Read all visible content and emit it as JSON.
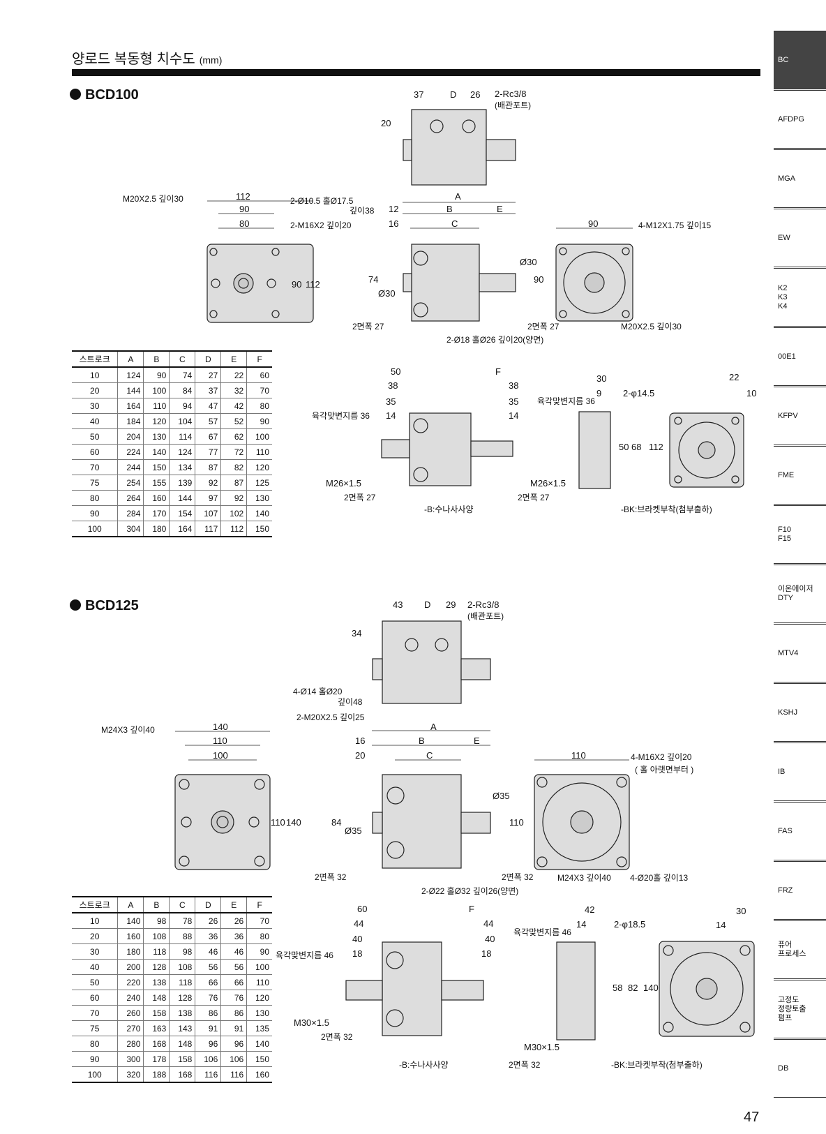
{
  "page": {
    "title": "양로드 복동형 치수도",
    "unit": "(mm)",
    "number": "47"
  },
  "sidebar": [
    "BC",
    "AFDPG",
    "MGA",
    "EW",
    "K2\nK3\nK4",
    "00E1",
    "KFPV",
    "FME",
    "F10\nF15",
    "이온에이저\nDTY",
    "MTV4",
    "KSHJ",
    "IB",
    "FAS",
    "FRZ",
    "퓨어\n프로세스",
    "고정도\n정량토출\n펌프",
    "DB"
  ],
  "columns": [
    "스트로크",
    "A",
    "B",
    "C",
    "D",
    "E",
    "F"
  ],
  "bcd100": {
    "name": "BCD100",
    "rows": [
      [
        "10",
        "124",
        "90",
        "74",
        "27",
        "22",
        "60"
      ],
      [
        "20",
        "144",
        "100",
        "84",
        "37",
        "32",
        "70"
      ],
      [
        "30",
        "164",
        "110",
        "94",
        "47",
        "42",
        "80"
      ],
      [
        "40",
        "184",
        "120",
        "104",
        "57",
        "52",
        "90"
      ],
      [
        "50",
        "204",
        "130",
        "114",
        "67",
        "62",
        "100"
      ],
      [
        "60",
        "224",
        "140",
        "124",
        "77",
        "72",
        "110"
      ],
      [
        "70",
        "244",
        "150",
        "134",
        "87",
        "82",
        "120"
      ],
      [
        "75",
        "254",
        "155",
        "139",
        "92",
        "87",
        "125"
      ],
      [
        "80",
        "264",
        "160",
        "144",
        "97",
        "92",
        "130"
      ],
      [
        "90",
        "284",
        "170",
        "154",
        "107",
        "102",
        "140"
      ],
      [
        "100",
        "304",
        "180",
        "164",
        "117",
        "112",
        "150"
      ]
    ],
    "labels": {
      "top_dims": [
        "37",
        "D",
        "26"
      ],
      "port": "2-Rc3/8",
      "port_sub": "(배관포트)",
      "top_h": "20",
      "front_dims": [
        "112",
        "90",
        "80"
      ],
      "front_h": [
        "90",
        "112"
      ],
      "thread": "M20X2.5 깊이30",
      "hole": "2-Ø10.5 홀Ø17.5",
      "hole_depth": "깊이38",
      "tap": "2-M16X2 깊이20",
      "side_dims": [
        "A",
        "B",
        "E",
        "C"
      ],
      "side_left": [
        "12",
        "16"
      ],
      "side_h": "74",
      "rod": "Ø30",
      "wrench": "2면폭 27",
      "port_hole": "2-Ø18 홀Ø26 깊이20(양면)",
      "rear_w": "90",
      "rear_h": "90",
      "rear_tap": "4-M12X1.75 깊이15",
      "rear_thread": "M20X2.5 깊이30",
      "b_dims": [
        "50",
        "38",
        "35",
        "14"
      ],
      "b_nut": "육각맞변지름 36",
      "b_f": "F",
      "b_thread": "M26×1.5",
      "b_caption": "-B:수나사사양",
      "bk_dims": [
        "30",
        "9",
        "22",
        "10"
      ],
      "bk_hole": "2-φ14.5",
      "bk_h": [
        "50",
        "68",
        "112"
      ],
      "bk_caption": "-BK:브라켓부착(첨부출하)"
    }
  },
  "bcd125": {
    "name": "BCD125",
    "rows": [
      [
        "10",
        "140",
        "98",
        "78",
        "26",
        "26",
        "70"
      ],
      [
        "20",
        "160",
        "108",
        "88",
        "36",
        "36",
        "80"
      ],
      [
        "30",
        "180",
        "118",
        "98",
        "46",
        "46",
        "90"
      ],
      [
        "40",
        "200",
        "128",
        "108",
        "56",
        "56",
        "100"
      ],
      [
        "50",
        "220",
        "138",
        "118",
        "66",
        "66",
        "110"
      ],
      [
        "60",
        "240",
        "148",
        "128",
        "76",
        "76",
        "120"
      ],
      [
        "70",
        "260",
        "158",
        "138",
        "86",
        "86",
        "130"
      ],
      [
        "75",
        "270",
        "163",
        "143",
        "91",
        "91",
        "135"
      ],
      [
        "80",
        "280",
        "168",
        "148",
        "96",
        "96",
        "140"
      ],
      [
        "90",
        "300",
        "178",
        "158",
        "106",
        "106",
        "150"
      ],
      [
        "100",
        "320",
        "188",
        "168",
        "116",
        "116",
        "160"
      ]
    ],
    "labels": {
      "top_dims": [
        "43",
        "D",
        "29"
      ],
      "port": "2-Rc3/8",
      "port_sub": "(배관포트)",
      "top_h": "34",
      "front_dims": [
        "140",
        "110",
        "100"
      ],
      "front_h": [
        "110",
        "140"
      ],
      "thread": "M24X3 깊이40",
      "hole": "4-Ø14 홀Ø20",
      "hole_depth": "깊이48",
      "tap": "2-M20X2.5 깊이25",
      "side_dims": [
        "A",
        "B",
        "E",
        "C"
      ],
      "side_left": [
        "16",
        "20"
      ],
      "side_h": "84",
      "rod": "Ø35",
      "wrench": "2면폭 32",
      "port_hole": "2-Ø22 홀Ø32 깊이26(양면)",
      "rear_w": "110",
      "rear_h": "110",
      "rear_tap": "4-M16X2 깊이20",
      "rear_tap_sub": "( 홀 아랫면부터 )",
      "rear_thread": "M24X3 깊이40",
      "rear_hole": "4-Ø20홀 깊이13",
      "b_dims": [
        "60",
        "44",
        "40",
        "18"
      ],
      "b_nut": "육각맞변지름 46",
      "b_f": "F",
      "b_thread": "M30×1.5",
      "b_caption": "-B:수나사사양",
      "bk_dims": [
        "42",
        "14",
        "30",
        "14"
      ],
      "bk_hole": "2-φ18.5",
      "bk_h": [
        "58",
        "82",
        "140"
      ],
      "bk_caption": "-BK:브라켓부착(첨부출하)"
    }
  }
}
